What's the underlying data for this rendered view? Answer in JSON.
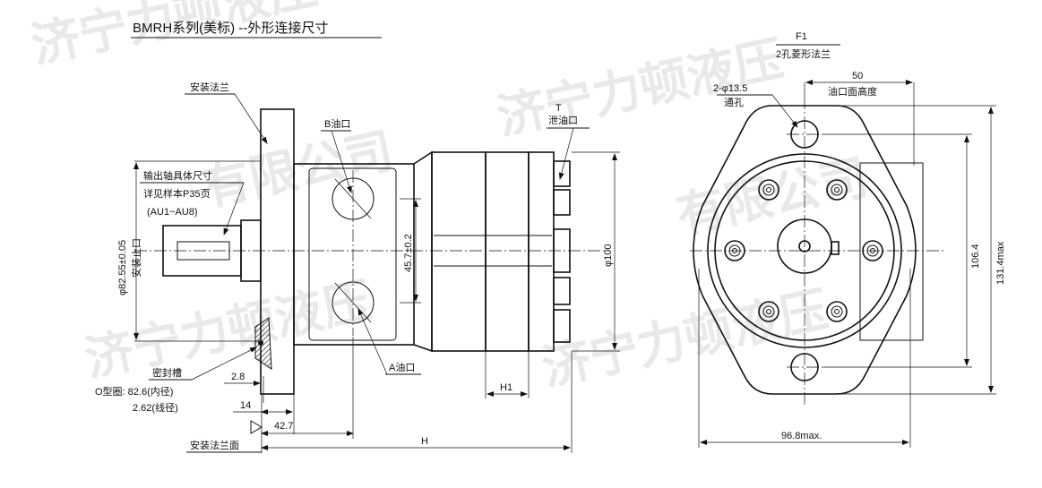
{
  "title": "BMRH系列(美标) --外形连接尺寸",
  "watermark": [
    "济宁力顿液压",
    "有限公司"
  ],
  "left_view": {
    "labels": {
      "mount_flange": "安装法兰",
      "port_b": "B油口",
      "drain_t": "T",
      "drain_label": "泄油口",
      "shaft_note": [
        "输出轴具体尺寸",
        "详见样本P35页",
        "(AU1~AU8)"
      ],
      "pilot_dim": "φ82.55±0.05",
      "pilot_label": "安装止口",
      "port_spacing": "45.7±0.2",
      "dia_100": "φ100",
      "port_a": "A油口",
      "seal_groove": "密封槽",
      "oring_line1": "O型圈: 82.6(内径)",
      "oring_line2": "2.62(线径)",
      "dim_2_8": "2.8",
      "dim_14": "14",
      "dim_42_7": "42.7",
      "dim_h1": "H1",
      "dim_h": "H",
      "flange_face": "安装法兰面"
    }
  },
  "right_view": {
    "labels": {
      "f1": "F1",
      "f1_desc": "2孔菱形法兰",
      "dim_50": "50",
      "port_height": "油口面高度",
      "holes": "2-φ13.5",
      "through": "通孔",
      "dim_106_4": "106.4",
      "dim_131_4": "131.4max",
      "dim_96_8": "96.8max."
    }
  }
}
